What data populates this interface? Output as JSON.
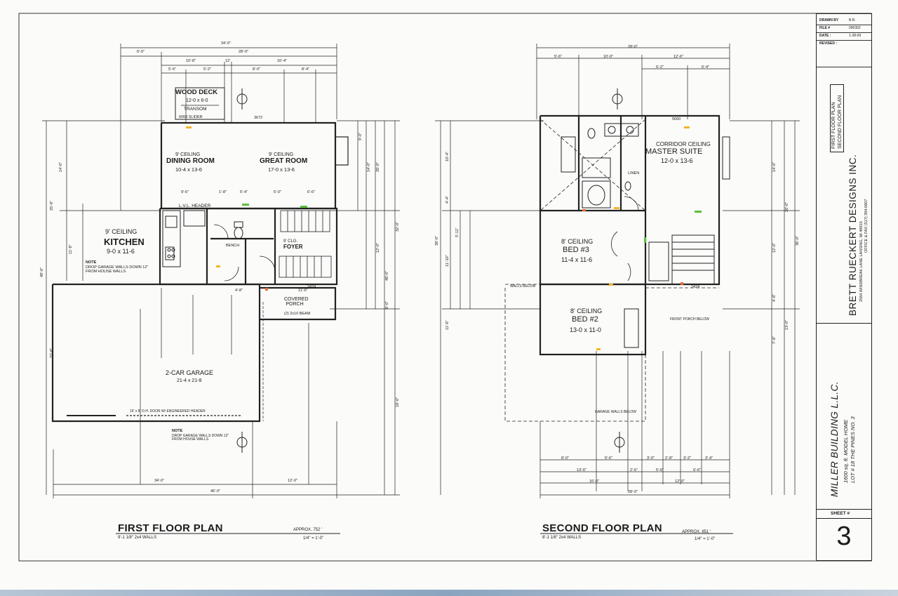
{
  "first_floor": {
    "title": "FIRST FLOOR PLAN",
    "walls": "9'-1 1/8\" 2x4 WALLS",
    "area": "APPROX. 752 '",
    "scale": "1/4\" = 1'-0\"",
    "rooms": [
      {
        "name": "WOOD DECK",
        "size": "12-0 x 6-0"
      },
      {
        "name": "DINING ROOM",
        "ceiling": "9' CEILING",
        "size": "10-4 x 13-6"
      },
      {
        "name": "GREAT ROOM",
        "ceiling": "9' CEILING",
        "size": "17-0 x 13-6"
      },
      {
        "name": "KITCHEN",
        "ceiling": "9' CEILING",
        "size": "9-0 x 11-6"
      },
      {
        "name": "FOYER",
        "ceiling": "9' CLG."
      },
      {
        "name": "COVERED PORCH"
      },
      {
        "name": "2-CAR GARAGE",
        "size": "21-4 x 21-8"
      }
    ],
    "labels": {
      "transom": "TRANSOM",
      "slider": "6068 SLIDER",
      "header": "L.V.L. HEADER",
      "bench": "BENCH",
      "garage_door": "16' x 8' O.H. DOOR W/ ENGINEERED HEADER",
      "note": "NOTE",
      "note_text": "DROP GARAGE WALLS DOWN 12\" FROM HOUSE WALLS",
      "beam": "(2) 2x10 BEAM",
      "window_a": "3672",
      "window_b": "2424"
    },
    "dims_top": [
      "34'-0\"",
      "6'-0\"",
      "28'-0\"",
      "10'-8\"",
      "12'",
      "16'-4\"",
      "5'-6\"",
      "5'-2\"",
      "8'-0\"",
      "8'-4\""
    ],
    "dims_left": [
      "14'-0\"",
      "25'-8\"",
      "11'-8\"",
      "48'-0\"",
      "22'-8\""
    ],
    "dims_right": [
      "9'-0\"",
      "14'-0\"",
      "26'-0\"",
      "32'-0\"",
      "12'-0\"",
      "48'-0\"",
      "6'-0\"",
      "18'-0\""
    ],
    "dims_bottom": [
      "34'-0\"",
      "12'-0\"",
      "46'-0\""
    ],
    "dims_inner": [
      "9'-6\"",
      "1'-8\"",
      "5'-4\"",
      "5'-0\"",
      "6'-6\"",
      "4'-8\"",
      "11'-6\""
    ]
  },
  "second_floor": {
    "title": "SECOND FLOOR PLAN",
    "walls": "8'-1 1/8\" 2x4 WALLS",
    "area": "APPROX. 851 '",
    "scale": "1/4\" = 1'-0\"",
    "rooms": [
      {
        "name": "MASTER SUITE",
        "ceiling": "CORRIDOR CEILING",
        "size": "12-0 x 13-6"
      },
      {
        "name": "BED #3",
        "ceiling": "8' CEILING",
        "size": "11-4 x 11-6"
      },
      {
        "name": "BED #2",
        "ceiling": "8' CEILING",
        "size": "13-0 x 11-0"
      }
    ],
    "labels": {
      "garage_walls": "GARAGE WALLS BELOW",
      "porch_below": "FRONT PORCH BELOW",
      "walls_below": "WALLS BELOW",
      "linen": "LINEN",
      "window_a": "5660",
      "window_b": "2424"
    },
    "dims_top": [
      "28'-0\"",
      "5'-6\"",
      "10'-0\"",
      "12'-6\"",
      "6'-2\"",
      "6'-4\""
    ],
    "dims_left": [
      "10'-4\"",
      "4'-4\"",
      "38'-0\"",
      "5'-11\"",
      "11'-10\"",
      "11'-6\""
    ],
    "dims_right": [
      "14'-0\"",
      "26'-0\"",
      "36'-0\"",
      "12'-0\"",
      "4'-8\"",
      "13'-0\"",
      "7'-8\""
    ],
    "dims_bottom": [
      "8'-0\"",
      "5'-6\"",
      "2'-6\"",
      "3'-0\"",
      "2'-8\"",
      "3'-2\"",
      "3'-4\"",
      "13'-6\"",
      "5'-6\"",
      "6'-6\"",
      "16'-0\"",
      "12'-0\"",
      "28'-0\""
    ]
  },
  "title_block": {
    "drawn_by_label": "DRAWN BY",
    "drawn_by": "B.R.",
    "file_label": "FILE #",
    "file": "090302",
    "date_label": "DATE :",
    "date": "1-28-09",
    "revised_label": "REVISED :",
    "company": "BRETT RUECKERT DESIGNS INC.",
    "address": "2584 WINDBREAK LANE   LANSING, MI   48910",
    "phone": "OFFICE & FAX (517) 394-0607",
    "plans": [
      "FIRST FLOOR PLAN",
      "SECOND FLOOR PLAN"
    ],
    "client": "MILLER BUILDING L.L.C.",
    "project": "1600 sq. ft. MODEL HOME",
    "lot": "LOT # 18 THE PINES NO. 3",
    "sheet_label": "SHEET #",
    "sheet": "3"
  }
}
